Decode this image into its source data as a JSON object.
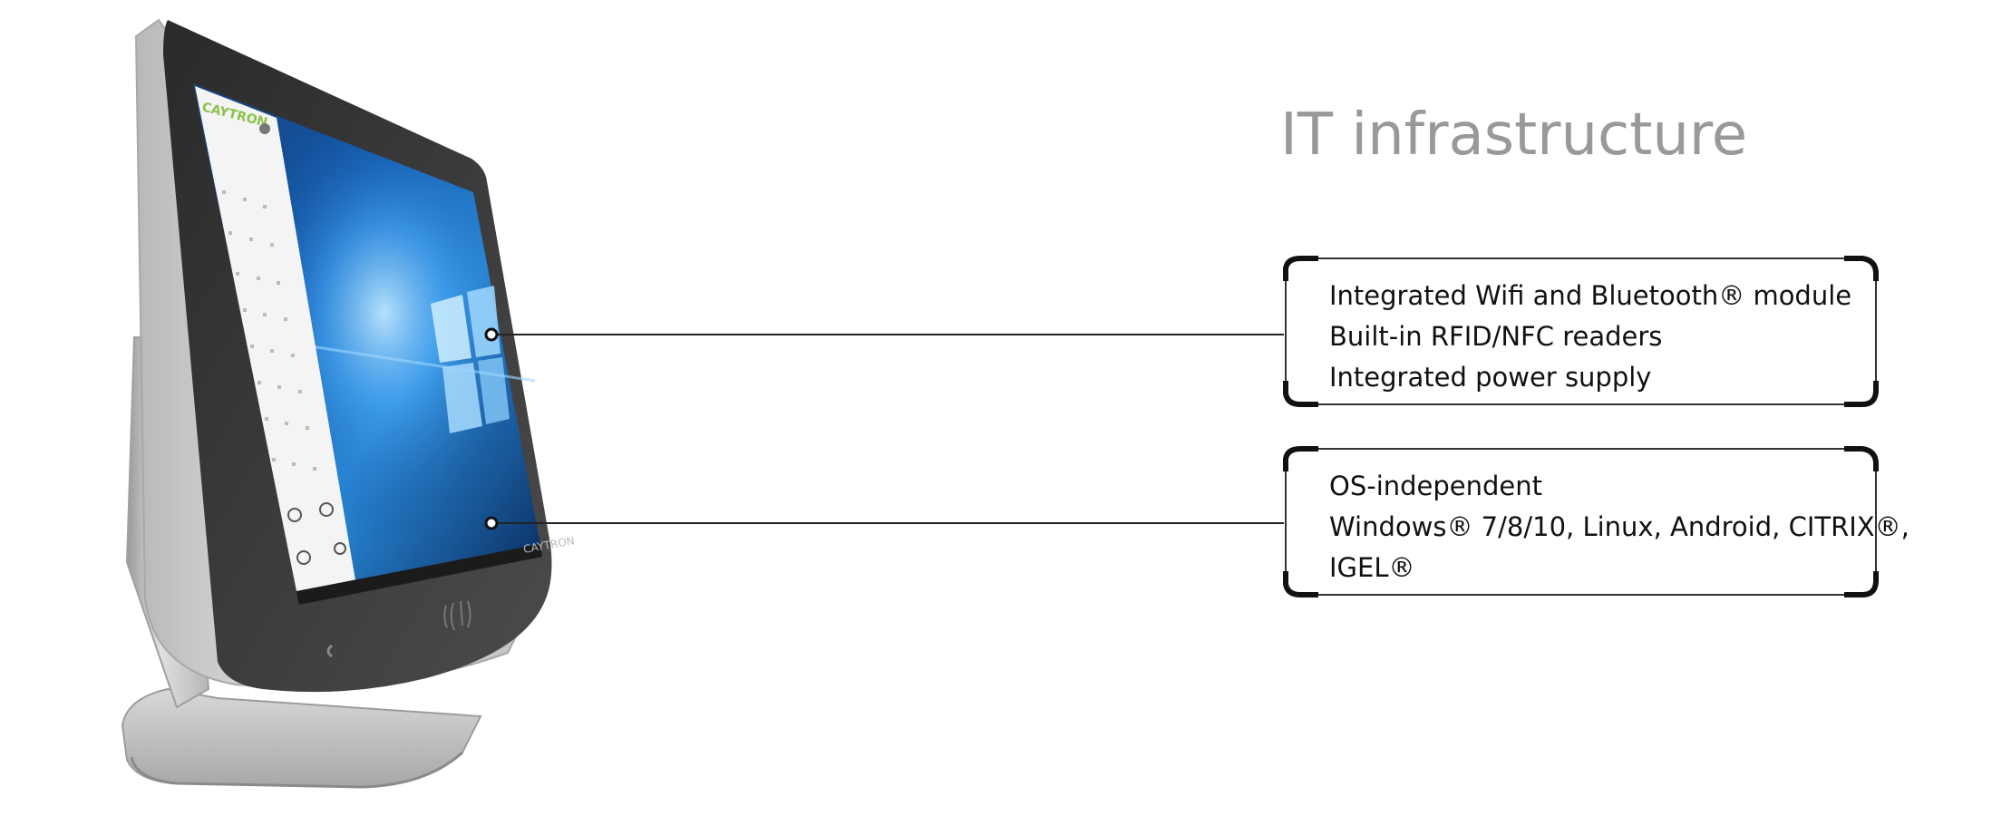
{
  "title": "IT infrastructure",
  "device": {
    "brand_label": "CAYTRON",
    "screen_wallpaper": "Windows 10 blue light wallpaper"
  },
  "features": [
    {
      "lines": [
        "Integrated Wifi and Bluetooth® module",
        "Built-in RFID/NFC readers",
        "Integrated power supply"
      ]
    },
    {
      "lines": [
        "OS-independent",
        "Windows® 7/8/10, Linux, Android, CITRIX®,",
        "IGEL®"
      ]
    }
  ],
  "colors": {
    "title": "#999999",
    "text": "#111111",
    "line": "#222222",
    "bracket": "#111111",
    "bezel": "#3a3a3a",
    "stand": "#c9c9c9"
  }
}
